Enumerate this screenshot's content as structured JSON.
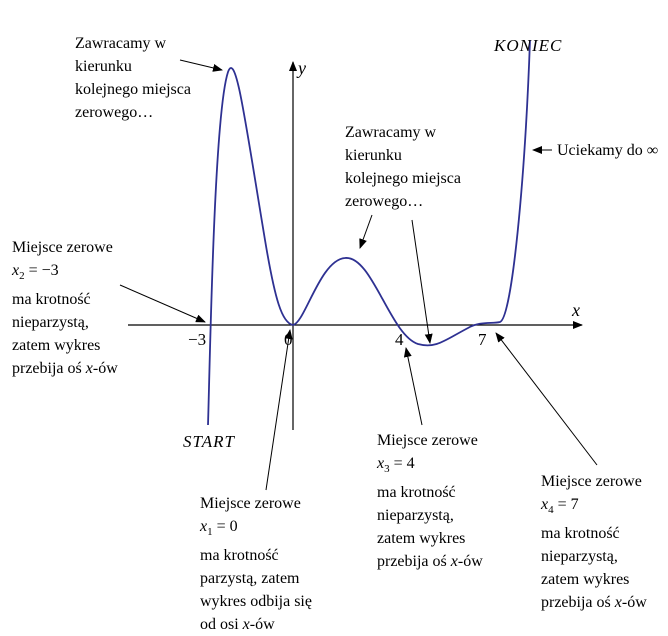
{
  "axes": {
    "x_label": "x",
    "y_label": "y",
    "ticks": [
      "−3",
      "0",
      "4",
      "7"
    ]
  },
  "start_label": "START",
  "end_label": "KONIEC",
  "top_note": [
    "Zawracamy w",
    "kierunku",
    "kolejnego miejsca",
    "zerowego…"
  ],
  "mid_note": [
    "Zawracamy w",
    "kierunku",
    "kolejnego miejsca",
    "zerowego…"
  ],
  "escape_note": "Uciekamy do ∞",
  "zero_x2": {
    "title": "Miejsce zerowe",
    "var": "x",
    "sub": "2",
    "eq": "= −3",
    "lines": [
      "ma krotność",
      "nieparzystą,",
      "zatem wykres"
    ],
    "last_prefix": "przebija oś ",
    "last_var": "x",
    "last_suffix": "-ów"
  },
  "zero_x1": {
    "title": "Miejsce zerowe",
    "var": "x",
    "sub": "1",
    "eq": "= 0",
    "lines": [
      "ma krotność",
      "parzystą, zatem",
      "wykres odbija się"
    ],
    "last_prefix": "od osi ",
    "last_var": "x",
    "last_suffix": "-ów"
  },
  "zero_x3": {
    "title": "Miejsce zerowe",
    "var": "x",
    "sub": "3",
    "eq": "= 4",
    "lines": [
      "ma krotność",
      "nieparzystą,",
      "zatem wykres"
    ],
    "last_prefix": "przebija oś ",
    "last_var": "x",
    "last_suffix": "-ów"
  },
  "zero_x4": {
    "title": "Miejsce zerowe",
    "var": "x",
    "sub": "4",
    "eq": "= 7",
    "lines": [
      "ma krotność",
      "nieparzystą,",
      "zatem wykres"
    ],
    "last_prefix": "przebija oś ",
    "last_var": "x",
    "last_suffix": "-ów"
  },
  "colors": {
    "curve": "#2e3192",
    "axis": "#000000",
    "arrow": "#000000"
  }
}
